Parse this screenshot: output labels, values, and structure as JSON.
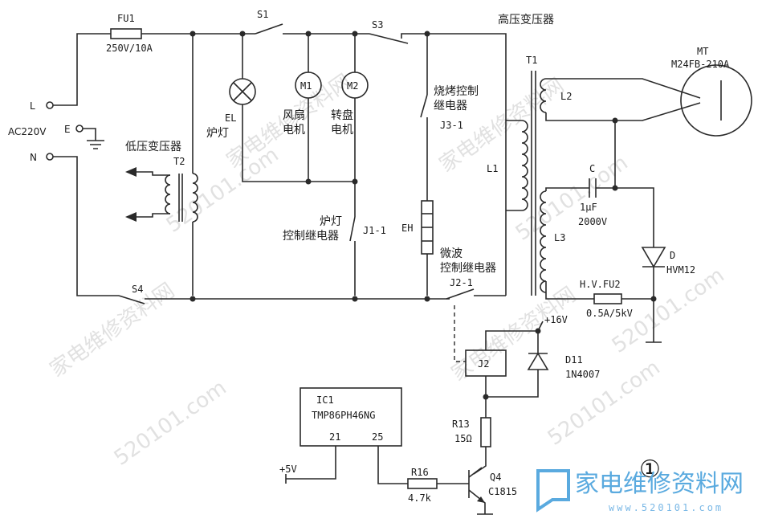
{
  "labels": {
    "fu1": "FU1",
    "fu1_rating": "250V/10A",
    "s1": "S1",
    "s3": "S3",
    "s4": "S4",
    "hv_transformer": "高压变压器",
    "t1": "T1",
    "mt": "MT",
    "mt_model": "M24FB-210A",
    "l": "L",
    "e": "E",
    "n": "N",
    "ac": "AC220V",
    "lv_transformer": "低压变压器",
    "t2": "T2",
    "el": "EL",
    "lamp": "炉灯",
    "m1": "M1",
    "m2": "M2",
    "fan": "风扇",
    "motor1": "电机",
    "turntable": "转盘",
    "motor2": "电机",
    "grill_relay1": "烧烤控制",
    "grill_relay2": "继电器",
    "j3": "J3-1",
    "l1": "L1",
    "l2": "L2",
    "l3": "L3",
    "c": "C",
    "c_val": "1μF",
    "c_volt": "2000V",
    "eh": "EH",
    "lamp_relay1": "炉灯",
    "lamp_relay2": "控制继电器",
    "j1": "J1-1",
    "mw_relay1": "微波",
    "mw_relay2": "控制继电器",
    "j2_1": "J2-1",
    "d": "D",
    "d_model": "HVM12",
    "hvfu2": "H.V.FU2",
    "hvfu2_rating": "0.5A/5kV",
    "v16": "+16V",
    "j2": "J2",
    "d11": "D11",
    "d11_model": "1N4007",
    "ic1": "IC1",
    "ic1_model": "TMP86PH46NG",
    "pin21": "21",
    "pin25": "25",
    "r13": "R13",
    "r13_val": "15Ω",
    "v5": "+5V",
    "r16": "R16",
    "r16_val": "4.7k",
    "q4": "Q4",
    "q4_model": "C1815",
    "figure_no": "①"
  },
  "watermarks": {
    "site_cn": "家电维修资料网",
    "site_url": "520101.com",
    "logo_cn": "家电维修资料网",
    "logo_url": "www.520101.com"
  }
}
